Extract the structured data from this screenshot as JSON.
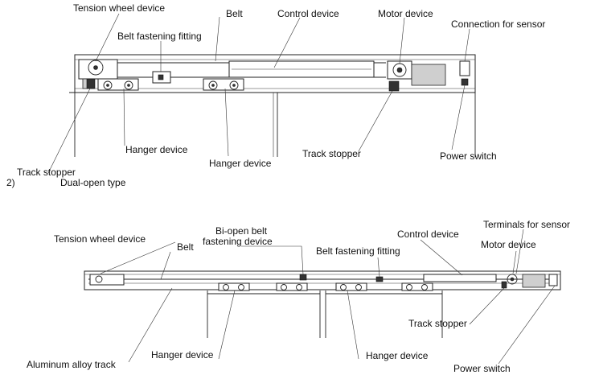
{
  "diagram1": {
    "labels": {
      "tension_wheel": "Tension wheel device",
      "belt": "Belt",
      "control": "Control device",
      "motor": "Motor device",
      "connection_sensor": "Connection for sensor",
      "belt_fastening": "Belt fastening fitting",
      "hanger_left": "Hanger device",
      "hanger_right": "Hanger device",
      "track_stopper_right": "Track stopper",
      "power_switch": "Power switch",
      "track_stopper_left": "Track stopper"
    }
  },
  "section2": {
    "number": "2)",
    "title": "Dual-open type"
  },
  "diagram2": {
    "labels": {
      "terminals_sensor": "Terminals for sensor",
      "bi_open_line1": "Bi-open belt",
      "bi_open_line2": "fastening device",
      "control": "Control device",
      "tension_wheel": "Tension wheel device",
      "belt": "Belt",
      "belt_fastening": "Belt fastening fitting",
      "motor": "Motor device",
      "track_stopper": "Track stopper",
      "aluminum_track": "Aluminum alloy track",
      "hanger_left": "Hanger device",
      "hanger_right": "Hanger device",
      "power_switch": "Power switch"
    }
  }
}
